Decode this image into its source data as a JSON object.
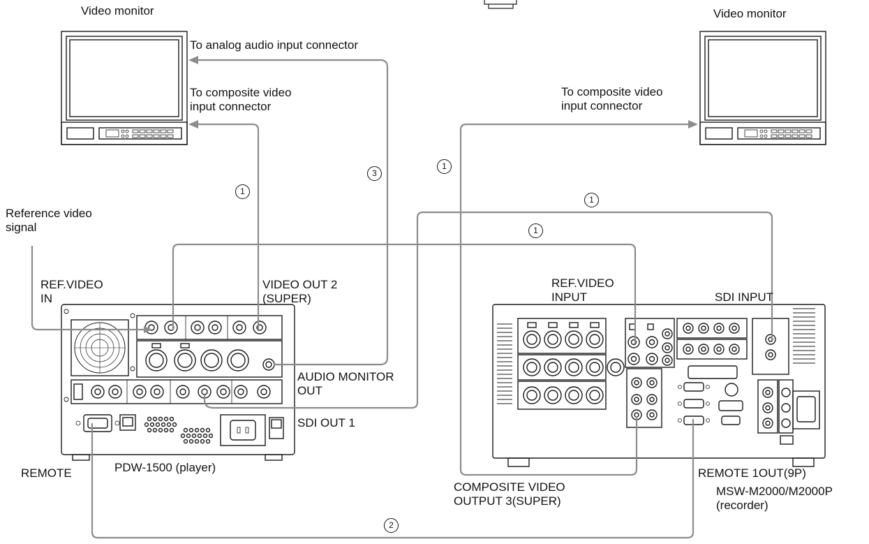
{
  "labels": {
    "monitor_left": "Video monitor",
    "monitor_right": "Video monitor",
    "to_analog_audio": "To analog audio input connector",
    "to_composite_left": "To composite video\ninput connector",
    "to_composite_right": "To composite video\ninput connector",
    "reference_signal": "Reference video\nsignal",
    "ref_video_in": "REF.VIDEO\nIN",
    "video_out_2": "VIDEO OUT 2\n(SUPER)",
    "audio_monitor_out": "AUDIO MONITOR\nOUT",
    "sdi_out_1": "SDI OUT 1",
    "remote": "REMOTE",
    "player_name": "PDW-1500 (player)",
    "ref_video_input": "REF.VIDEO\nINPUT",
    "sdi_input": "SDI INPUT",
    "remote_1out": "REMOTE 1OUT(9P)",
    "composite_output": "COMPOSITE VIDEO\nOUTPUT 3(SUPER)",
    "recorder_name": "MSW-M2000/M2000P\n(recorder)"
  },
  "cable_numbers": {
    "video_out_cable": "1",
    "audio_cable": "3",
    "composite_cable": "1",
    "sdi_cable": "1",
    "ref_cable": "1",
    "remote_cable": "2"
  },
  "colors": {
    "cable": "#8c8c8c",
    "outline": "#1a1a1a",
    "device_fill": "#ffffff",
    "text": "#111111"
  }
}
